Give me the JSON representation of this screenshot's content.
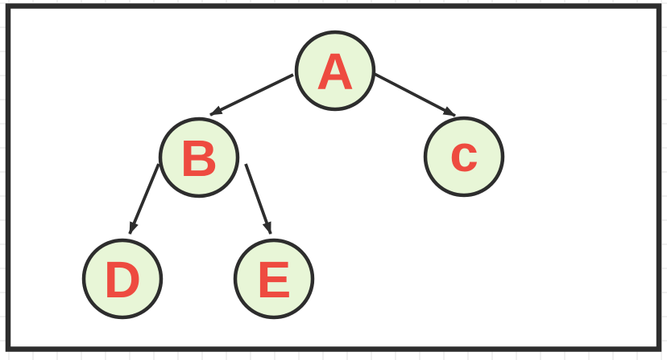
{
  "diagram": {
    "type": "binary-tree",
    "nodes": [
      {
        "id": "A",
        "label": "A"
      },
      {
        "id": "B",
        "label": "B"
      },
      {
        "id": "c",
        "label": "c"
      },
      {
        "id": "D",
        "label": "D"
      },
      {
        "id": "E",
        "label": "E"
      }
    ],
    "edges": [
      {
        "from": "A",
        "to": "B"
      },
      {
        "from": "A",
        "to": "c"
      },
      {
        "from": "B",
        "to": "D"
      },
      {
        "from": "B",
        "to": "E"
      }
    ]
  },
  "theme": {
    "canvas_color": "#ffffff",
    "grid_color": "#f0f0f0",
    "frame_color": "#2d2d2d",
    "edge_color": "#2d2d2d",
    "node_fill": "#e8f6d7",
    "node_stroke": "#2d2d2d",
    "label_color": "#ee4b40"
  }
}
